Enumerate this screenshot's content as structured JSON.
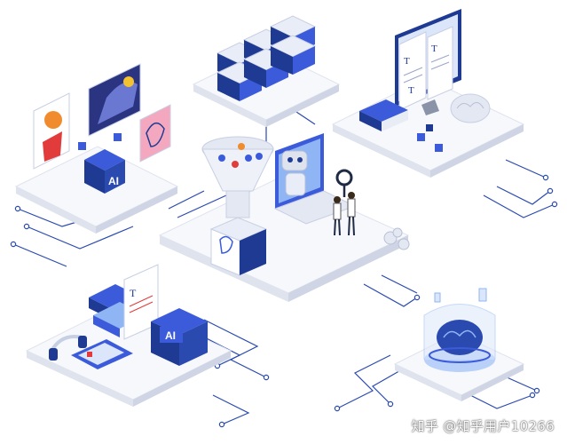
{
  "labels": {
    "ai_cube_left": "AI",
    "ai_cube_bottom": "AI",
    "doc_t1": "T",
    "doc_t2": "T",
    "doc_t3": "T",
    "book_t": "T"
  },
  "watermark": "知乎 @知乎用户10266",
  "colors": {
    "navy": "#1f3a93",
    "blue": "#3b5bdb",
    "light_blue": "#8fb5f5",
    "platform_top": "#f7f8fc",
    "platform_side": "#dfe3ee",
    "circuit": "#2a4ab0"
  },
  "icons": [
    "server-stack-icon",
    "funnel-icon",
    "robot-icon",
    "laptop-icon",
    "magnifier-icon",
    "brain-icon",
    "gear-icon",
    "book-stack-icon",
    "headphones-icon",
    "monitor-icon",
    "hologram-brain-icon"
  ]
}
